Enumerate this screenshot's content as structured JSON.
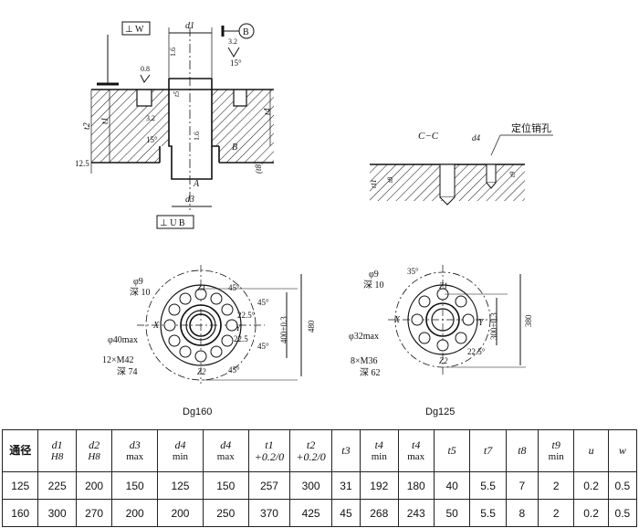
{
  "top_drawing": {
    "tol_w": "⊥ W",
    "datum_b": "B",
    "d1": "d1",
    "angle_15a": "15°",
    "rough_32a": "3.2",
    "rough_16a": "1.6",
    "rough_08": "0.8",
    "rough_32b": "3.2",
    "angle_15b": "15°",
    "rough_16b": "1.6",
    "rough_125": "12.5",
    "t1": "t1",
    "t2": "t2",
    "t5": "t5",
    "t4": "t4",
    "t8b": "(t8)",
    "label_b": "B",
    "label_a": "A",
    "d3": "d3",
    "tol_ub": "⊥ U B"
  },
  "section_cc": {
    "title": "C−C",
    "pin_hole": "定位销孔",
    "d4": "d4",
    "t9": "t9",
    "t11": "t11",
    "t8": "t8"
  },
  "dg160": {
    "hole": "φ9",
    "depth": "深 10",
    "ang45a": "45°",
    "ang45b": "45°",
    "ang225a": "22.5°",
    "ang225b": "22.5",
    "ang45c": "45°",
    "ang45d": "45°",
    "z1": "Z1",
    "z2": "Z2",
    "x": "X",
    "y": "Y",
    "bore": "φ40max",
    "thread": "12×M42",
    "thread_depth": "深 74",
    "dim_inner": "400±0.3",
    "dim_outer": "480",
    "caption": "Dg160"
  },
  "dg125": {
    "hole": "φ9",
    "depth": "深 10",
    "ang35": "35°",
    "ang225": "22.5°",
    "z1": "Z1",
    "z2": "Z2",
    "x": "X",
    "y": "Y",
    "bore": "φ32max",
    "thread": "8×M36",
    "thread_depth": "深 62",
    "dim_inner": "300±0.3",
    "dim_outer": "380",
    "caption": "Dg125"
  },
  "table": {
    "headers": [
      [
        "通径",
        ""
      ],
      [
        "d1",
        "H8"
      ],
      [
        "d2",
        "H8"
      ],
      [
        "d3",
        "max"
      ],
      [
        "d4",
        "min"
      ],
      [
        "d4",
        "max"
      ],
      [
        "t1 +0.2/0",
        ""
      ],
      [
        "t2 +0.2/0",
        ""
      ],
      [
        "t3",
        ""
      ],
      [
        "t4",
        "min"
      ],
      [
        "t4",
        "max"
      ],
      [
        "t5",
        ""
      ],
      [
        "t7",
        ""
      ],
      [
        "t8",
        ""
      ],
      [
        "t9",
        "min"
      ],
      [
        "u",
        ""
      ],
      [
        "w",
        ""
      ]
    ],
    "rows": [
      [
        "125",
        "225",
        "200",
        "150",
        "125",
        "150",
        "257",
        "300",
        "31",
        "192",
        "180",
        "40",
        "5.5",
        "7",
        "2",
        "0.2",
        "0.5"
      ],
      [
        "160",
        "300",
        "270",
        "200",
        "200",
        "250",
        "370",
        "425",
        "45",
        "268",
        "243",
        "50",
        "5.5",
        "8",
        "2",
        "0.2",
        "0.5"
      ]
    ]
  }
}
